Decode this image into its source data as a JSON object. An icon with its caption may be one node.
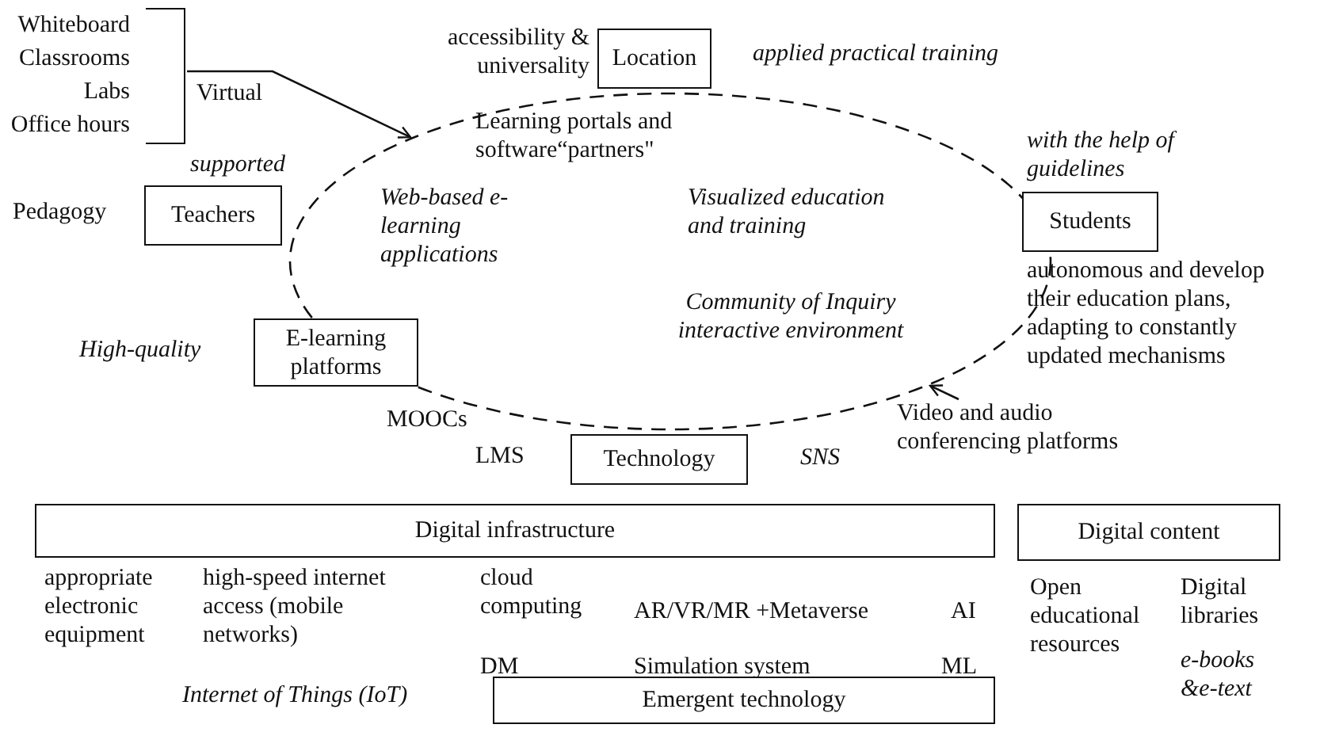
{
  "diagram": {
    "nodes": [
      {
        "text": [
          "Location"
        ]
      },
      {
        "text": [
          "Teachers"
        ]
      },
      {
        "text": [
          "Students"
        ]
      },
      {
        "text": [
          "E-learning platforms"
        ]
      },
      {
        "text": [
          "Technology"
        ]
      },
      {
        "text": [
          "Digital infrastructure"
        ]
      },
      {
        "text": [
          "Digital content"
        ]
      },
      {
        "text": [
          "Emergent technology"
        ]
      },
      {
        "text": [
          "Learning portals and software“partners\"",
          "Web-based e-learning applications",
          "Visualized education and training",
          "Community of Inquiry interactive environment"
        ]
      },
      {
        "text": [
          "Whiteboard",
          "Classrooms",
          "Labs",
          "Office hours"
        ]
      },
      {
        "text": [
          "Video and audio conferencing platforms"
        ]
      }
    ],
    "edges": [
      {
        "from": 9,
        "to": 8,
        "arrow": "to",
        "label": "Virtual"
      },
      {
        "from": 10,
        "to": 8,
        "arrow": "to"
      }
    ],
    "labels": [
      "accessibility & universality",
      "applied practical training",
      "supported",
      "Pedagogy",
      "with the help of guidelines",
      "autonomous and develop their education plans, adapting to constantly updated mechanisms",
      "High-quality",
      "MOOCs",
      "LMS",
      "SNS",
      "appropriate electronic equipment",
      "high-speed internet access (mobile networks)",
      "cloud computing",
      "AR/VR/MR +Metaverse",
      "AI",
      "DM",
      "Simulation system",
      "ML",
      "Open educational resources",
      "Digital libraries",
      "e-books &e-text",
      "Internet of Things (IoT)"
    ]
  }
}
